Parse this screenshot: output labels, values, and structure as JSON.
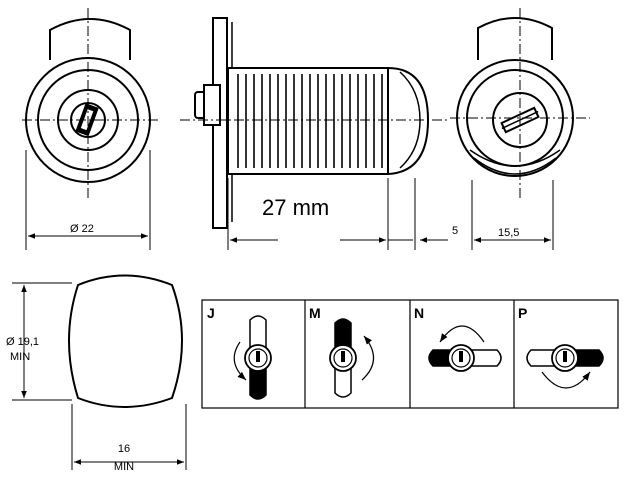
{
  "drawing": {
    "front_view": {
      "dimension": "Ø 22"
    },
    "side_view": {
      "length": "27 mm",
      "flange_offset": "5"
    },
    "rear_view": {
      "dimension": "15,5"
    },
    "cam": {
      "height_line1": "Ø 19,1",
      "height_line2": "MIN",
      "width_line1": "16",
      "width_line2": "MIN"
    },
    "rotation_options": [
      {
        "letter": "J"
      },
      {
        "letter": "M"
      },
      {
        "letter": "N"
      },
      {
        "letter": "P"
      }
    ],
    "colors": {
      "ink": "#000000",
      "paper": "#ffffff"
    }
  }
}
